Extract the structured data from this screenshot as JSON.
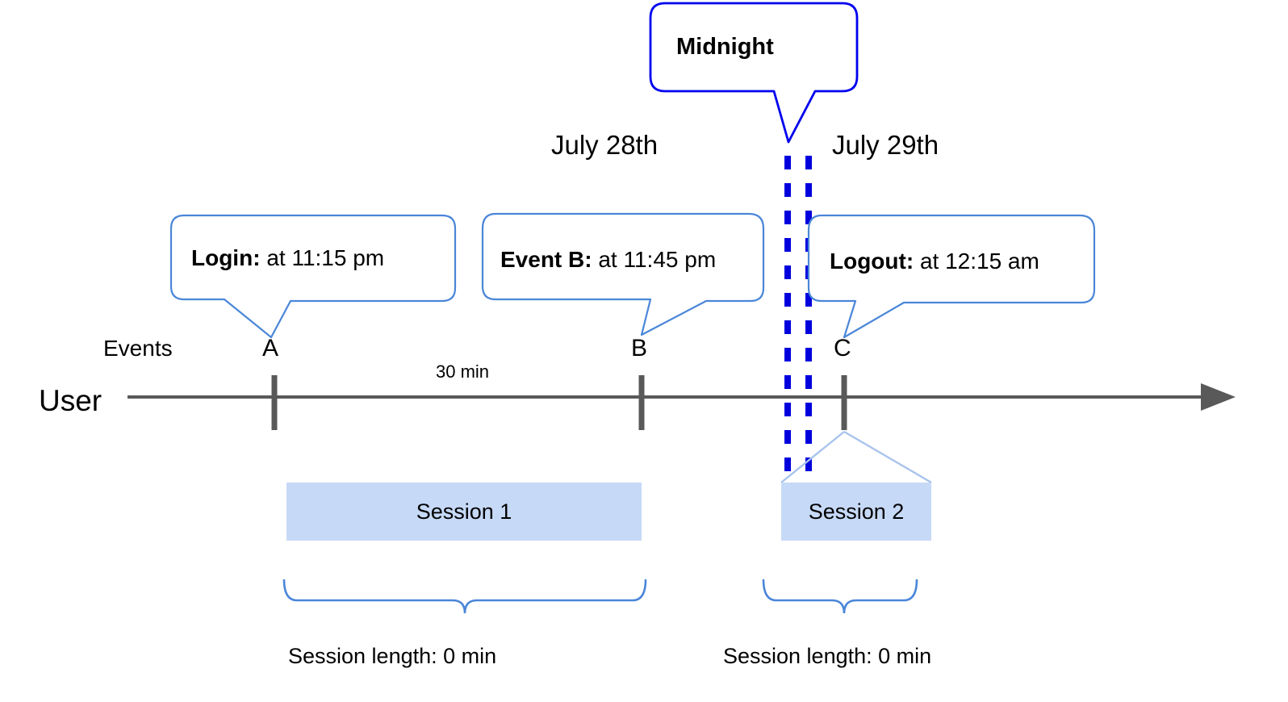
{
  "diagram": {
    "axis_label": "User",
    "events_label": "Events",
    "gap_label": "30 min",
    "dates": {
      "left": "July 28th",
      "right": "July 29th"
    },
    "midnight": {
      "label": "Midnight",
      "border_color": "#0000ee"
    },
    "points": [
      {
        "id": "A",
        "label": "A"
      },
      {
        "id": "B",
        "label": "B"
      },
      {
        "id": "C",
        "label": "C"
      }
    ],
    "callouts": [
      {
        "id": "login",
        "title": "Login:",
        "detail": "at 11:15 pm",
        "anchor": "A"
      },
      {
        "id": "eventb",
        "title": "Event B:",
        "detail": "at 11:45 pm",
        "anchor": "B"
      },
      {
        "id": "logout",
        "title": "Logout:",
        "detail": "at 12:15 am",
        "anchor": "C"
      }
    ],
    "sessions": [
      {
        "id": "session1",
        "label": "Session 1",
        "length_label": "Session length: 0 min"
      },
      {
        "id": "session2",
        "label": "Session 2",
        "length_label": "Session length: 0 min"
      }
    ],
    "colors": {
      "callout_border": "#4a86d8",
      "midnight_border": "#0000ee",
      "midnight_dash": "#0000dd",
      "session_fill": "#c6d9f6",
      "brace": "#4a86d8",
      "axis": "#595959",
      "tick": "#595959",
      "connector": "#a8c3ec"
    }
  }
}
